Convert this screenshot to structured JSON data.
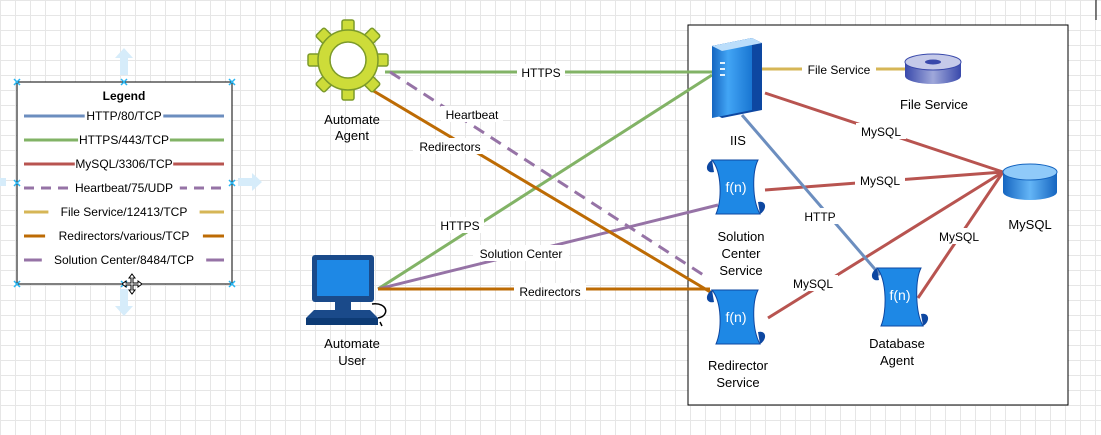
{
  "legend": {
    "title": "Legend",
    "items": [
      {
        "label": "HTTP/80/TCP",
        "color": "#6c8ebf",
        "dashed": false
      },
      {
        "label": "HTTPS/443/TCP",
        "color": "#82b366",
        "dashed": false
      },
      {
        "label": "MySQL/3306/TCP",
        "color": "#b85450",
        "dashed": false
      },
      {
        "label": "Heartbeat/75/UDP",
        "color": "#9673a6",
        "dashed": true
      },
      {
        "label": "File Service/12413/TCP",
        "color": "#d6b656",
        "dashed": false
      },
      {
        "label": "Redirectors/various/TCP",
        "color": "#bd6b04",
        "dashed": false
      },
      {
        "label": "Solution Center/8484/TCP",
        "color": "#9673a6",
        "dashed": false
      }
    ]
  },
  "nodes": {
    "automate_agent": {
      "line1": "Automate",
      "line2": "Agent"
    },
    "automate_user": {
      "line1": "Automate",
      "line2": "User"
    },
    "iis": {
      "label": "IIS"
    },
    "file_service": {
      "label": "File Service"
    },
    "mysql": {
      "label": "MySQL"
    },
    "solution_center": {
      "line1": "Solution",
      "line2": "Center",
      "line3": "Service"
    },
    "redirector_service": {
      "line1": "Redirector",
      "line2": "Service"
    },
    "database_agent": {
      "line1": "Database",
      "line2": "Agent"
    },
    "fn_text": "f(n)"
  },
  "edges": {
    "agent_iis": "HTTPS",
    "agent_heartbeat": "Heartbeat",
    "agent_redirectors": "Redirectors",
    "user_https": "HTTPS",
    "user_solution_center": "Solution Center",
    "user_redirectors": "Redirectors",
    "iis_file_service": "File Service",
    "iis_mysql": "MySQL",
    "solution_mysql": "MySQL",
    "iis_http": "HTTP",
    "redirector_mysql": "MySQL",
    "dbagent_mysql": "MySQL"
  },
  "colors": {
    "http": "#6c8ebf",
    "https": "#82b366",
    "mysql": "#b85450",
    "heartbeat": "#9673a6",
    "file_service": "#d6b656",
    "redirectors": "#bd6b04",
    "solution_center": "#9673a6",
    "selection_handle": "#29b6f2"
  },
  "icons": {
    "agent": "gear-icon",
    "user": "computer-icon",
    "iis": "server-icon",
    "file_service": "disk-icon",
    "mysql": "database-icon",
    "function": "function-scroll-icon",
    "move": "move-cursor-icon"
  }
}
